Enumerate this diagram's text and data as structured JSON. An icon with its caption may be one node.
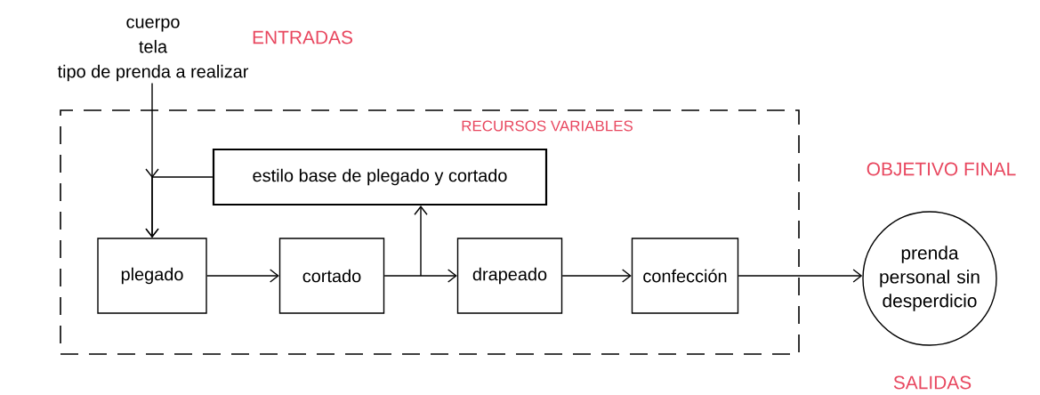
{
  "diagram": {
    "nodes": [
      {
        "text": [
          "cuerpo",
          "tela",
          "tipo de prenda a realizar"
        ]
      },
      {
        "text": [
          "RECURSOS VARIABLES"
        ]
      },
      {
        "text": [
          "estilo base de plegado y cortado"
        ],
        "in": 1
      },
      {
        "text": [
          "plegado"
        ],
        "in": 1
      },
      {
        "text": [
          "cortado"
        ],
        "in": 1
      },
      {
        "text": [
          "drapeado"
        ],
        "in": 1
      },
      {
        "text": [
          "confección"
        ],
        "in": 1
      },
      {
        "text": [
          "prenda personal sin desperdicio"
        ]
      }
    ],
    "edges": [
      {
        "from": 0,
        "to": 3,
        "arrow": "to"
      },
      {
        "from": 2,
        "to": 3,
        "arrow": "to"
      },
      {
        "from": 3,
        "to": 4,
        "arrow": "to"
      },
      {
        "from": 4,
        "to": 2,
        "arrow": "to"
      },
      {
        "from": 4,
        "to": 5,
        "arrow": "to"
      },
      {
        "from": 5,
        "to": 6,
        "arrow": "to"
      },
      {
        "from": 6,
        "to": 7,
        "arrow": "to"
      }
    ],
    "labels": [
      "ENTRADAS",
      "OBJETIVO FINAL",
      "SALIDAS"
    ]
  }
}
